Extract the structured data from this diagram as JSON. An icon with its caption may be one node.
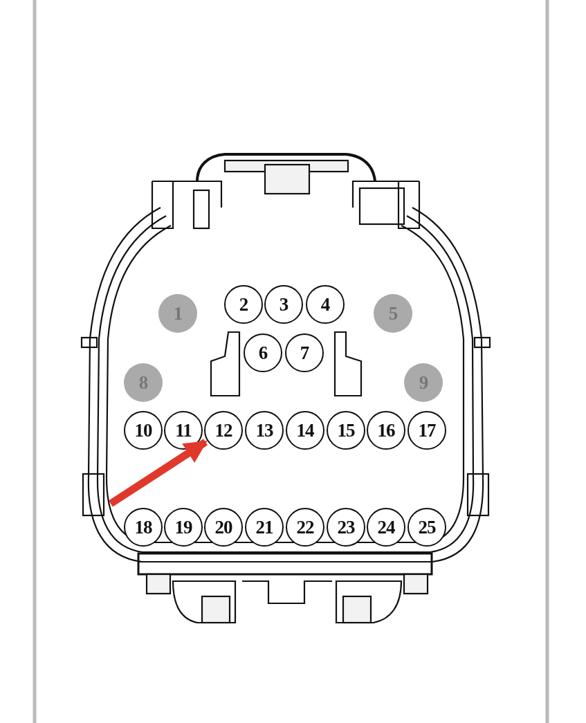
{
  "diagram": {
    "nodes": [
      {
        "text": [
          "1"
        ]
      },
      {
        "text": [
          "2"
        ]
      },
      {
        "text": [
          "3"
        ]
      },
      {
        "text": [
          "4"
        ]
      },
      {
        "text": [
          "5"
        ]
      },
      {
        "text": [
          "6"
        ]
      },
      {
        "text": [
          "7"
        ]
      },
      {
        "text": [
          "8"
        ]
      },
      {
        "text": [
          "9"
        ]
      },
      {
        "text": [
          "10"
        ]
      },
      {
        "text": [
          "11"
        ]
      },
      {
        "text": [
          "12"
        ]
      },
      {
        "text": [
          "13"
        ]
      },
      {
        "text": [
          "14"
        ]
      },
      {
        "text": [
          "15"
        ]
      },
      {
        "text": [
          "16"
        ]
      },
      {
        "text": [
          "17"
        ]
      },
      {
        "text": [
          "18"
        ]
      },
      {
        "text": [
          "19"
        ]
      },
      {
        "text": [
          "20"
        ]
      },
      {
        "text": [
          "21"
        ]
      },
      {
        "text": [
          "22"
        ]
      },
      {
        "text": [
          "23"
        ]
      },
      {
        "text": [
          "24"
        ]
      },
      {
        "text": [
          "25"
        ]
      }
    ],
    "edges": [
      {
        "from": null,
        "to": 11,
        "arrow": "to",
        "color": "#e0392b"
      }
    ]
  }
}
